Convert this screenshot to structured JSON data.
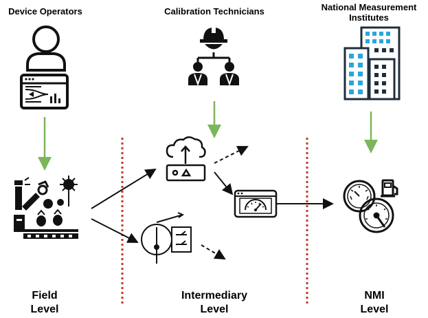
{
  "actors": {
    "device_operators": "Device Operators",
    "calibration_technicians": "Calibration Technicians",
    "nmi_line1": "National Measurement",
    "nmi_line2": "Institutes"
  },
  "levels": {
    "field_line1": "Field",
    "field_line2": "Level",
    "intermediary_line1": "Intermediary",
    "intermediary_line2": "Level",
    "nmi_line1": "NMI",
    "nmi_line2": "Level"
  },
  "colors": {
    "green_arrow": "#7cb65a",
    "divider": "#c0392b",
    "accent_blue": "#2aa6dc",
    "ink": "#111111"
  },
  "icons": [
    "user-icon",
    "dashboard-screen-icon",
    "engineers-team-icon",
    "office-building-icon",
    "farm-sensors-icon",
    "cloud-upload-device-icon",
    "meter-switch-icon",
    "gauge-display-icon",
    "gauges-fuel-icon"
  ]
}
